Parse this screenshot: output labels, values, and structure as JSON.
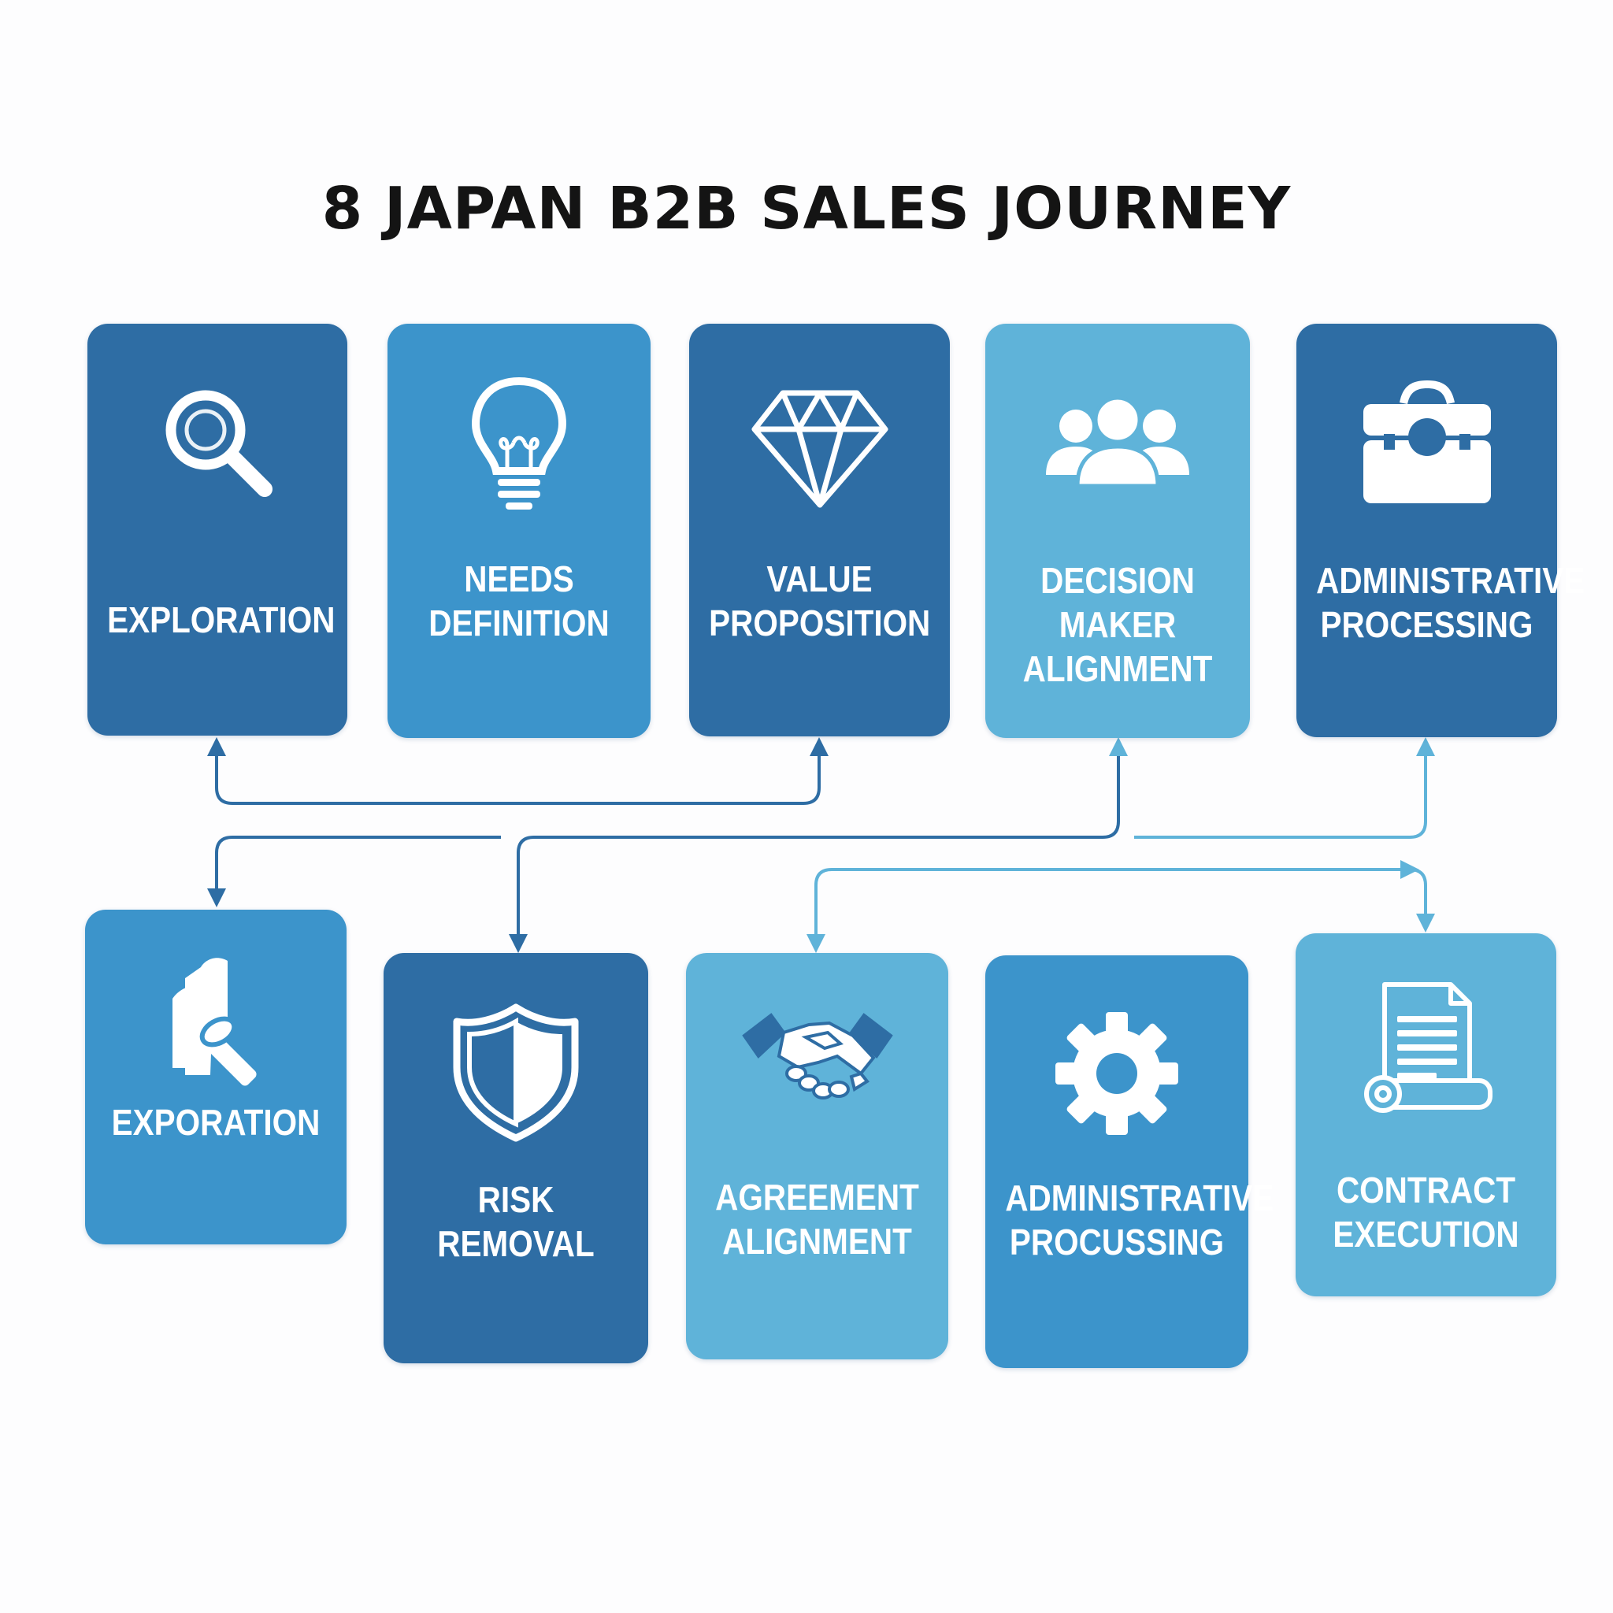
{
  "title": "8 JAPAN B2B SALES JOURNEY",
  "colors": {
    "dark": "#2e6da4",
    "medium": "#3c94cb",
    "light": "#5fb3d9",
    "connector_dark": "#2e6da4",
    "connector_light": "#5fb3d9"
  },
  "cards": [
    {
      "id": "exploration",
      "label": "EXPLORATION",
      "icon": "magnifier-icon",
      "shade": "dark"
    },
    {
      "id": "needs-definition",
      "label": "NEEDS\nDEFINITION",
      "icon": "lightbulb-icon",
      "shade": "medium"
    },
    {
      "id": "value-proposition",
      "label": "VALUE\nPROPOSITION",
      "icon": "diamond-icon",
      "shade": "dark"
    },
    {
      "id": "decision-maker-alignment",
      "label": "DECISION MAKER\nALIGNMENT",
      "icon": "people-group-icon",
      "shade": "light"
    },
    {
      "id": "administrative-processing",
      "label": "ADMINISTRATIVE\nPROCESSING",
      "icon": "briefcase-icon",
      "shade": "dark"
    },
    {
      "id": "exporation",
      "label": "EXPORATION",
      "icon": "hand-hammer-icon",
      "shade": "medium"
    },
    {
      "id": "risk-removal",
      "label": "RISK\nREMOVAL",
      "icon": "shield-icon",
      "shade": "dark"
    },
    {
      "id": "agreement-alignment",
      "label": "AGREEMENT\nALIGNMENT",
      "icon": "handshake-icon",
      "shade": "light"
    },
    {
      "id": "administrative-procussing",
      "label": "ADMINISTRATIVE\nPROCUSSING",
      "icon": "gear-icon",
      "shade": "medium"
    },
    {
      "id": "contract-execution",
      "label": "CONTRACT\nEXECUTION",
      "icon": "contract-document-icon",
      "shade": "light"
    }
  ]
}
